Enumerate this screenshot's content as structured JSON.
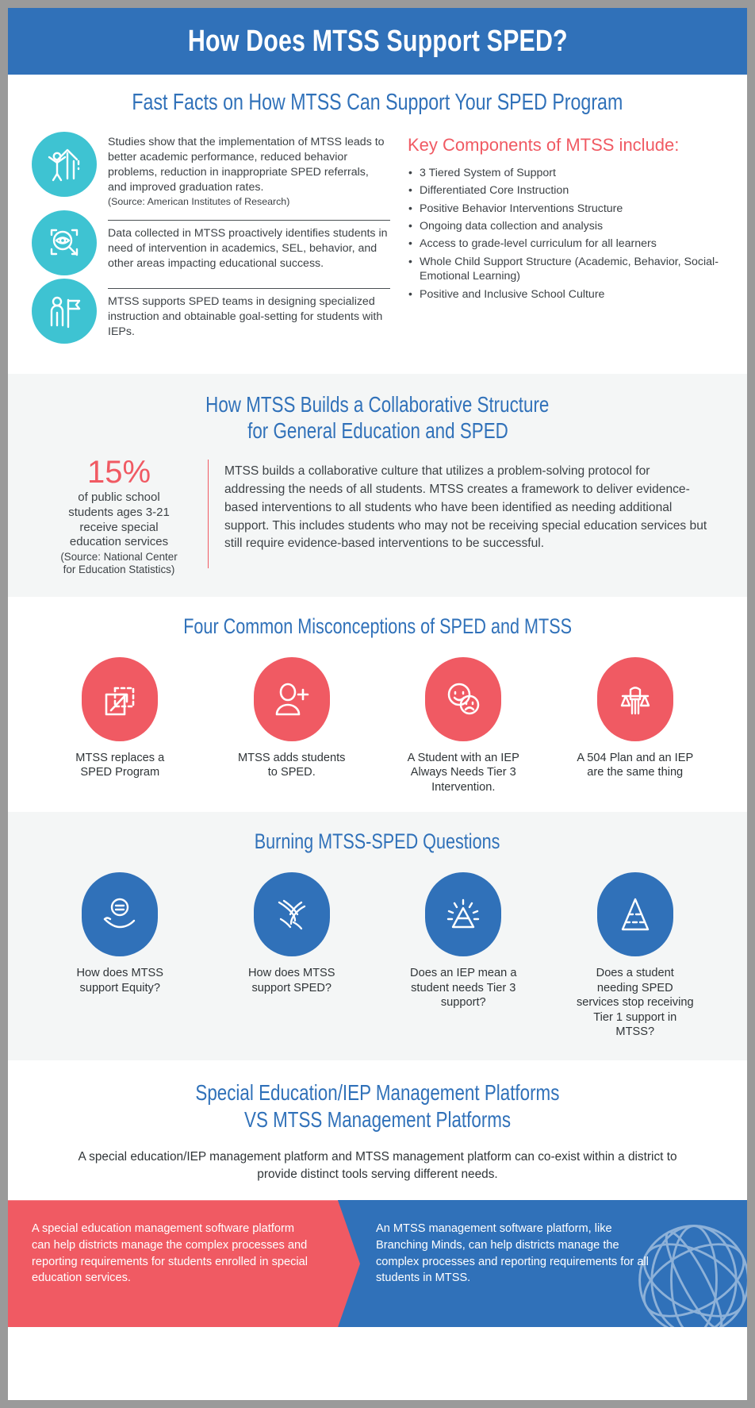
{
  "colors": {
    "blue": "#3071b9",
    "teal": "#3ec3d2",
    "red": "#f05a63",
    "grey_band": "#f4f6f6",
    "text": "#3d4246",
    "page_border": "#9a9a9a"
  },
  "header": {
    "title": "How Does MTSS Support SPED?"
  },
  "fast_facts": {
    "title": "Fast Facts on How MTSS Can Support Your SPED Program",
    "facts": [
      {
        "icon": "person-growth-icon",
        "text": "Studies show that the implementation of MTSS leads to better academic performance, reduced behavior problems, reduction in inappropriate SPED referrals, and improved graduation rates.",
        "source": "(Source: American Institutes of Research)"
      },
      {
        "icon": "eye-magnifier-icon",
        "text": "Data collected in MTSS proactively identifies students in need of intervention in academics, SEL, behavior, and other areas impacting educational success.",
        "source": ""
      },
      {
        "icon": "person-flag-icon",
        "text": "MTSS supports SPED teams in designing specialized instruction and obtainable goal-setting for students with IEPs.",
        "source": ""
      }
    ],
    "key_components": {
      "title": "Key Components of MTSS include:",
      "items": [
        "3 Tiered System of Support",
        "Differentiated Core Instruction",
        "Positive Behavior Interventions Structure",
        "Ongoing data collection and analysis",
        "Access to grade-level curriculum for all learners",
        "Whole Child Support Structure (Academic, Behavior, Social-Emotional Learning)",
        "Positive and Inclusive School Culture"
      ]
    }
  },
  "collaborative": {
    "title_line1": "How MTSS Builds a Collaborative Structure",
    "title_line2": "for General Education and SPED",
    "stat_number": "15%",
    "stat_sub_line1": "of public school",
    "stat_sub_line2": "students ages 3-21",
    "stat_sub_line3": "receive special",
    "stat_sub_line4": "education services",
    "stat_source_line1": "(Source: National Center",
    "stat_source_line2": "for Education Statistics)",
    "body": "MTSS builds a collaborative culture that utilizes a problem-solving protocol for addressing the needs of all students. MTSS creates a framework to deliver evidence-based interventions to all students who have been identified as needing additional support. This includes students who may not be receiving special education services but still require evidence-based interventions to be successful."
  },
  "misconceptions": {
    "title": "Four Common Misconceptions of SPED and MTSS",
    "items": [
      {
        "icon": "expand-resize-icon",
        "label": "MTSS replaces a SPED Program"
      },
      {
        "icon": "add-person-icon",
        "label": "MTSS adds students to SPED."
      },
      {
        "icon": "happy-sad-faces-icon",
        "label": "A Student with an IEP Always Needs Tier 3 Intervention."
      },
      {
        "icon": "scales-fist-icon",
        "label": "A 504 Plan and an IEP are the same thing"
      }
    ]
  },
  "questions": {
    "title": "Burning MTSS-SPED Questions",
    "items": [
      {
        "icon": "hand-equality-icon",
        "label": "How does MTSS support Equity?"
      },
      {
        "icon": "helping-hands-icon",
        "label": "How does MTSS support SPED?"
      },
      {
        "icon": "pyramid-rays-icon",
        "label": "Does an IEP mean a student needs Tier 3 support?"
      },
      {
        "icon": "pyramid-dashed-icon",
        "label": "Does a student needing SPED services stop receiving Tier 1 support in MTSS?"
      }
    ]
  },
  "platforms": {
    "title_line1": "Special Education/IEP Management Platforms",
    "title_line2": "VS MTSS Management Platforms",
    "subtitle": "A special education/IEP management platform and MTSS management platform can co-exist within a district to provide distinct tools serving different needs.",
    "left_panel": "A special education management software platform can help districts manage the complex processes and reporting requirements for students enrolled in special education services.",
    "right_panel": "An MTSS management software platform, like Branching Minds, can help districts manage the complex processes and reporting requirements for all students in MTSS."
  }
}
